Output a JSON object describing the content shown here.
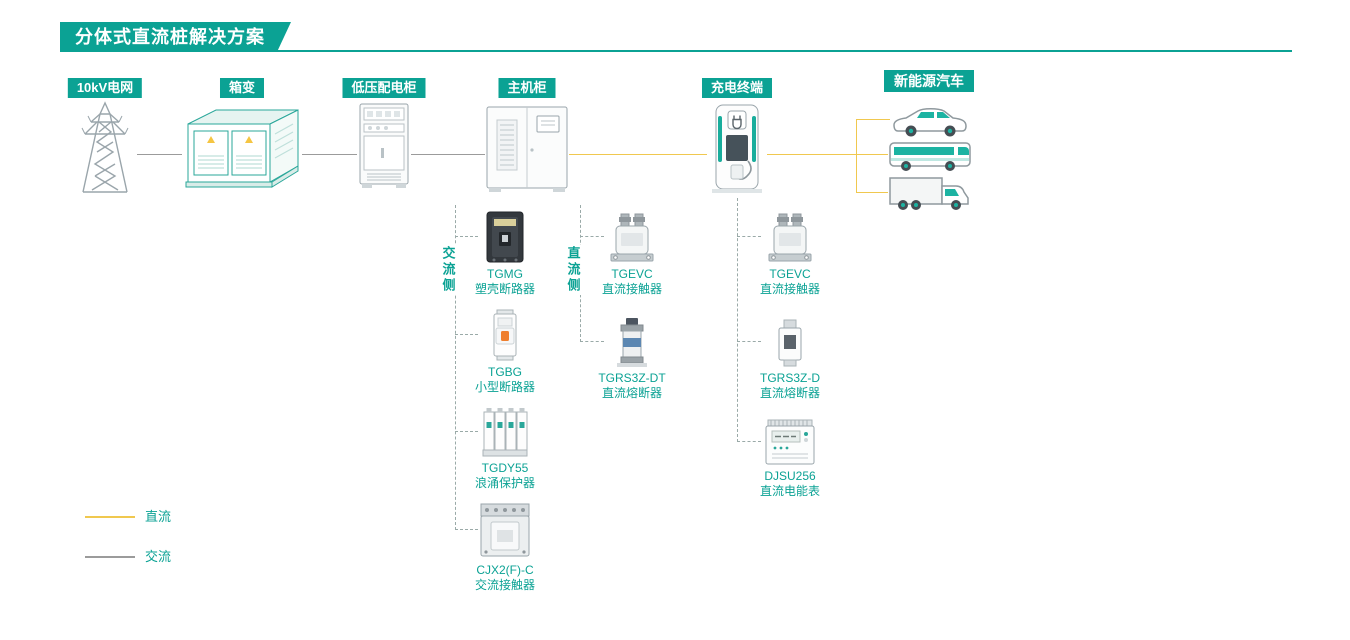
{
  "title": "分体式直流桩解决方案",
  "flow": {
    "nodes": [
      {
        "label": "10kV电网"
      },
      {
        "label": "箱变"
      },
      {
        "label": "低压配电柜"
      },
      {
        "label": "主机柜"
      },
      {
        "label": "充电终端"
      },
      {
        "label": "新能源汽车"
      }
    ]
  },
  "sides": {
    "ac": "交流侧",
    "dc": "直流侧"
  },
  "products": {
    "main_cabinet_ac": [
      {
        "name": "TGMG",
        "desc": "塑壳断路器"
      },
      {
        "name": "TGBG",
        "desc": "小型断路器"
      },
      {
        "name": "TGDY55",
        "desc": "浪涌保护器"
      },
      {
        "name": "CJX2(F)-C",
        "desc": "交流接触器"
      }
    ],
    "main_cabinet_dc": [
      {
        "name": "TGEVC",
        "desc": "直流接触器"
      },
      {
        "name": "TGRS3Z-DT",
        "desc": "直流熔断器"
      }
    ],
    "terminal": [
      {
        "name": "TGEVC",
        "desc": "直流接触器"
      },
      {
        "name": "TGRS3Z-D",
        "desc": "直流熔断器"
      },
      {
        "name": "DJSU256",
        "desc": "直流电能表"
      }
    ]
  },
  "legend": {
    "dc": {
      "label": "直流",
      "color": "#f0c84f"
    },
    "ac": {
      "label": "交流",
      "color": "#9b9b9b"
    }
  },
  "colors": {
    "accent": "#0ba294",
    "dc_line": "#f0c84f",
    "ac_line": "#9b9b9b",
    "dashed_line": "#9aaaa8"
  }
}
